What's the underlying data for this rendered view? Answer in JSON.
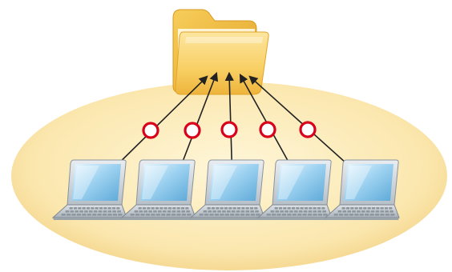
{
  "diagram": {
    "folder": {
      "icon": "folder-icon",
      "color": "#f5c542"
    },
    "platform": {
      "color": "#fbe9b0"
    },
    "laptops": [
      {
        "icon": "laptop-icon",
        "status": "allowed"
      },
      {
        "icon": "laptop-icon",
        "status": "allowed"
      },
      {
        "icon": "laptop-icon",
        "status": "allowed"
      },
      {
        "icon": "laptop-icon",
        "status": "allowed"
      },
      {
        "icon": "laptop-icon",
        "status": "allowed"
      }
    ],
    "connections": {
      "style": "bidirectional-arrow",
      "color": "#222222"
    },
    "status_marker": {
      "icon": "circle-ok-icon",
      "color": "#d9001b"
    }
  }
}
